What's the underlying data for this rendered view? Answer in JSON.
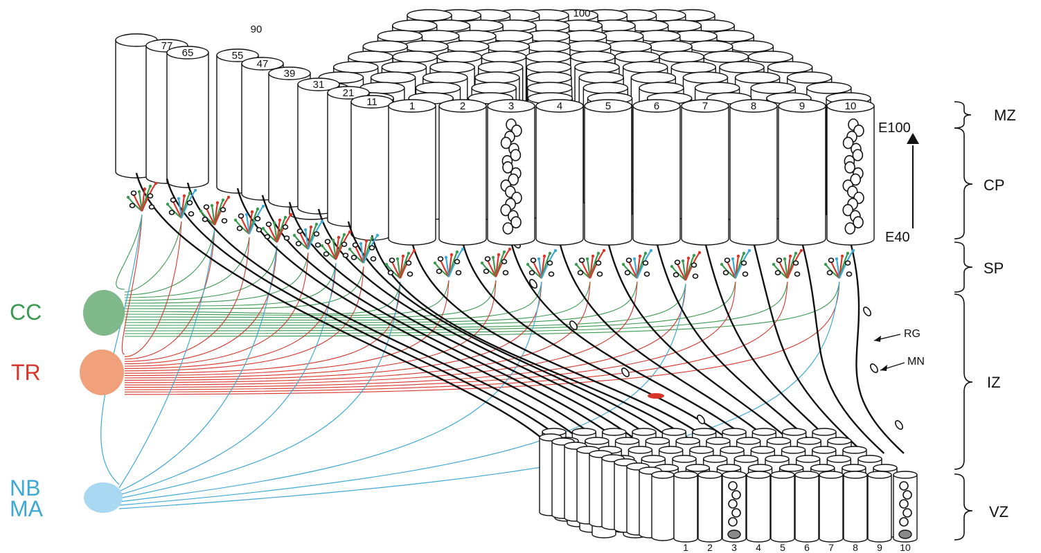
{
  "colors": {
    "cc": "#3a9a4f",
    "tr": "#d9362b",
    "nb": "#3fa9d6",
    "cc_fill": "#7fb98a",
    "tr_fill": "#f0a07a",
    "nb_fill": "#a9d8f2",
    "ink": "#111111"
  },
  "sources": [
    {
      "id": "cc",
      "label": "CC"
    },
    {
      "id": "tr",
      "label": "TR"
    },
    {
      "id": "nb",
      "label_line1": "NB",
      "label_line2": "MA"
    }
  ],
  "front_columns": [
    "1",
    "2",
    "3",
    "4",
    "5",
    "6",
    "7",
    "8",
    "9",
    "10"
  ],
  "back_column_numbers": [
    "11",
    "21",
    "31",
    "39",
    "47",
    "55",
    "65",
    "77",
    "90",
    "100"
  ],
  "vz_columns": [
    "1",
    "2",
    "3",
    "4",
    "5",
    "6",
    "7",
    "8",
    "9",
    "10"
  ],
  "zones": [
    "MZ",
    "CP",
    "SP",
    "IZ",
    "VZ"
  ],
  "time_axis": {
    "top": "E100",
    "bottom": "E40"
  },
  "annotations": {
    "rg": "RG",
    "mn": "MN"
  }
}
